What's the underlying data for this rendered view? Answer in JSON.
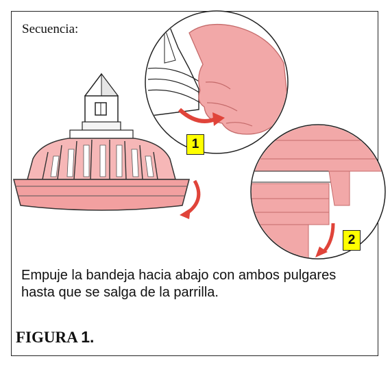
{
  "sequence_label": "Secuencia:",
  "steps": [
    {
      "label": "1"
    },
    {
      "label": "2"
    }
  ],
  "caption": {
    "line1": "Empuje la bandeja hacia abajo con ambos pulgares",
    "line2": "hasta que se salga de la parrilla."
  },
  "figure": {
    "word": "FIGURA",
    "number": "1."
  },
  "colors": {
    "pink": "#f2a8a8",
    "arrow_red": "#e0443a",
    "badge_yellow": "#ffff00"
  }
}
